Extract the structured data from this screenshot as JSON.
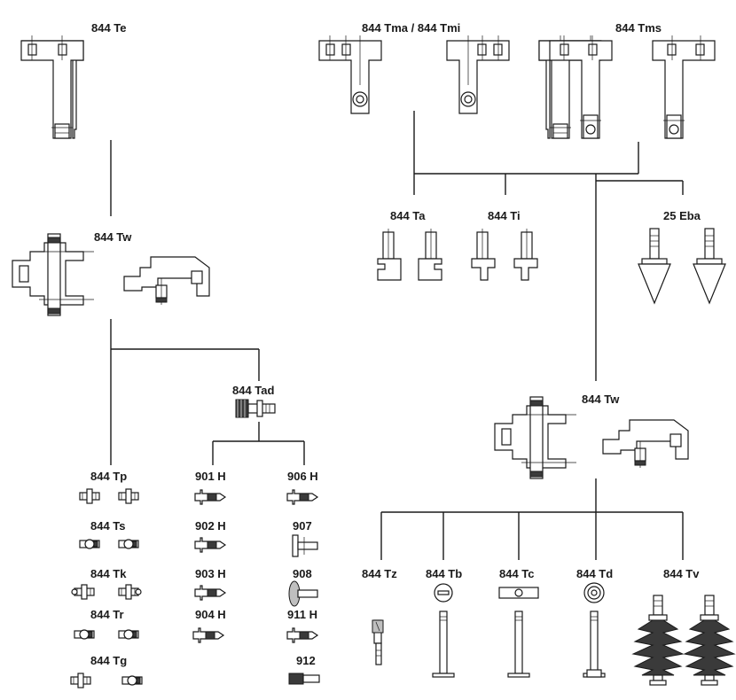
{
  "labels": {
    "te": "844 Te",
    "tma_tmi": "844 Tma / 844 Tmi",
    "tms": "844 Tms",
    "tw_left": "844 Tw",
    "ta": "844 Ta",
    "ti": "844 Ti",
    "eba": "25 Eba",
    "tad": "844 Tad",
    "tw_right": "844 Tw",
    "tp": "844 Tp",
    "ts": "844 Ts",
    "tk": "844 Tk",
    "tr": "844 Tr",
    "tg": "844 Tg",
    "h901": "901 H",
    "h902": "902 H",
    "h903": "903 H",
    "h904": "904 H",
    "h906": "906 H",
    "n907": "907",
    "n908": "908",
    "h911": "911 H",
    "n912": "912",
    "tz": "844 Tz",
    "tb": "844 Tb",
    "tc": "844 Tc",
    "td": "844 Td",
    "tv": "844 Tv"
  }
}
